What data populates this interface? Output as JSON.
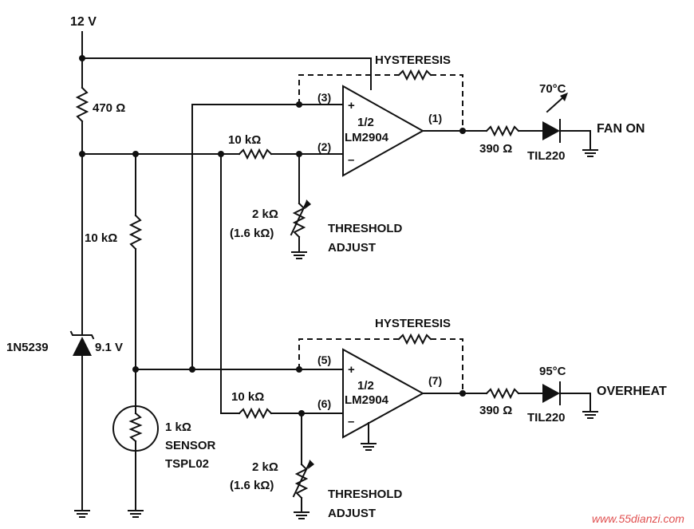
{
  "supply": "12 V",
  "labels": {
    "r_top": "470 Ω",
    "r_div": "10 kΩ",
    "zener_part": "1N5239",
    "zener_volt": "9.1 V",
    "sensor_value": "1 kΩ",
    "sensor_label": "SENSOR",
    "sensor_part": "TSPL02"
  },
  "comparator_top": {
    "hysteresis": "HYSTERESIS",
    "opamp_line1": "1/2",
    "opamp_line2": "LM2904",
    "pin_plus": "(3)",
    "pin_minus": "(2)",
    "pin_out": "(1)",
    "plus_sign": "+",
    "minus_sign": "–",
    "r_in": "10 kΩ",
    "pot_value": "2 kΩ",
    "pot_alt": "(1.6 kΩ)",
    "threshold_1": "THRESHOLD",
    "threshold_2": "ADJUST",
    "r_out": "390 Ω",
    "led_part": "TIL220",
    "temp": "70°C",
    "output_label": "FAN ON"
  },
  "comparator_bottom": {
    "hysteresis": "HYSTERESIS",
    "opamp_line1": "1/2",
    "opamp_line2": "LM2904",
    "pin_plus": "(5)",
    "pin_minus": "(6)",
    "pin_out": "(7)",
    "plus_sign": "+",
    "minus_sign": "–",
    "r_in": "10 kΩ",
    "pot_value": "2 kΩ",
    "pot_alt": "(1.6 kΩ)",
    "threshold_1": "THRESHOLD",
    "threshold_2": "ADJUST",
    "r_out": "390 Ω",
    "led_part": "TIL220",
    "temp": "95°C",
    "output_label": "OVERHEAT"
  },
  "watermark": "www.55dianzi.com"
}
